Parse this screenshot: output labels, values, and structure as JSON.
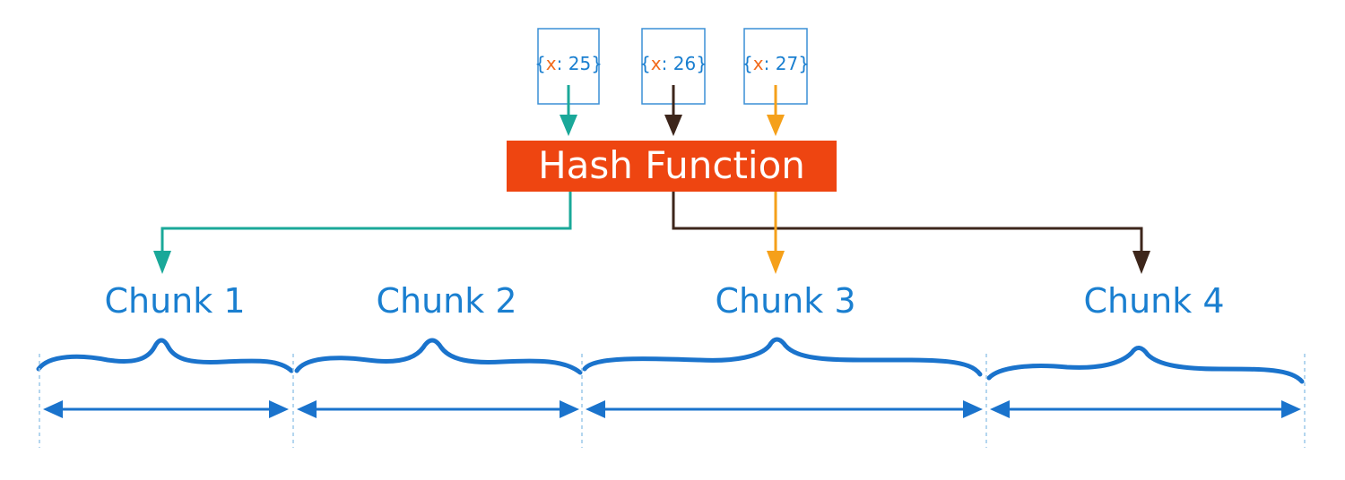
{
  "hash_function": {
    "label": "Hash Function",
    "color": "#ee4511"
  },
  "documents": [
    {
      "open": "{",
      "field": "x",
      "sep": ": ",
      "value": "25",
      "close": "}",
      "arrow_color": "#1aa899",
      "target_chunk": "Chunk 1"
    },
    {
      "open": "{",
      "field": "x",
      "sep": ": ",
      "value": "26",
      "close": "}",
      "arrow_color": "#3d261b",
      "target_chunk": "Chunk 4"
    },
    {
      "open": "{",
      "field": "x",
      "sep": ": ",
      "value": "27",
      "close": "}",
      "arrow_color": "#f5a01a",
      "target_chunk": "Chunk 3"
    }
  ],
  "chunks": [
    {
      "label": "Chunk 1"
    },
    {
      "label": "Chunk 2"
    },
    {
      "label": "Chunk 3"
    },
    {
      "label": "Chunk 4"
    }
  ],
  "colors": {
    "text_blue": "#1a7fd0",
    "field_orange": "#f26b1d",
    "brace_blue": "#1a73cc",
    "divider": "#9cc8ea"
  }
}
